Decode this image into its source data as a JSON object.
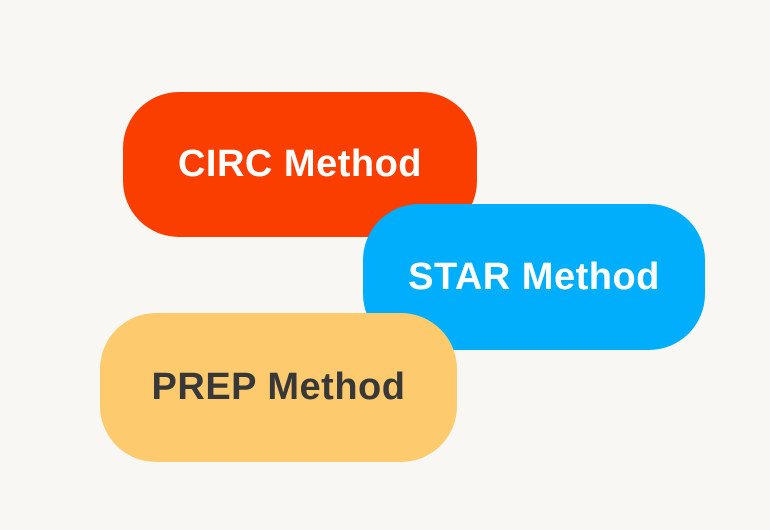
{
  "canvas": {
    "background_color": "#F9F7F4"
  },
  "pills": [
    {
      "id": "circ",
      "label": "CIRC Method",
      "background_color": "#FA3E00",
      "text_color": "#FFFFFF"
    },
    {
      "id": "star",
      "label": "STAR Method",
      "background_color": "#00AEFB",
      "text_color": "#FFFFFF"
    },
    {
      "id": "prep",
      "label": "PREP Method",
      "background_color": "#FDCA6E",
      "text_color": "#383838"
    }
  ]
}
